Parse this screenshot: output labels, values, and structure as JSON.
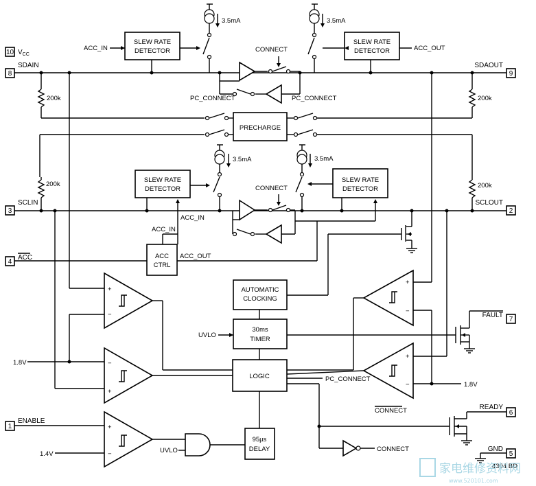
{
  "pins": {
    "p10": {
      "num": "10",
      "name": "V",
      "sub": "CC"
    },
    "p8": {
      "num": "8",
      "name": "SDAIN"
    },
    "p9": {
      "num": "9",
      "name": "SDAOUT"
    },
    "p3": {
      "num": "3",
      "name": "SCLIN"
    },
    "p2": {
      "num": "2",
      "name": "SCLOUT"
    },
    "p4": {
      "num": "4",
      "name": "ACC"
    },
    "p7": {
      "num": "7",
      "name": "FAULT"
    },
    "p6": {
      "num": "6",
      "name": "READY"
    },
    "p5": {
      "num": "5",
      "name": "GND"
    },
    "p1": {
      "num": "1",
      "name": "ENABLE"
    }
  },
  "blocks": {
    "slew_sda_in": [
      "SLEW RATE",
      "DETECTOR"
    ],
    "slew_sda_out": [
      "SLEW RATE",
      "DETECTOR"
    ],
    "slew_scl_in": [
      "SLEW RATE",
      "DETECTOR"
    ],
    "slew_scl_out": [
      "SLEW RATE",
      "DETECTOR"
    ],
    "precharge": "PRECHARGE",
    "acc_ctrl": [
      "ACC",
      "CTRL"
    ],
    "auto_clock": [
      "AUTOMATIC",
      "CLOCKING"
    ],
    "timer": [
      "30ms",
      "TIMER"
    ],
    "logic": "LOGIC",
    "delay": [
      "95µs",
      "DELAY"
    ]
  },
  "labels": {
    "current_1": "3.5mA",
    "current_2": "3.5mA",
    "current_3": "3.5mA",
    "current_4": "3.5mA",
    "acc_in_top": "ACC_IN",
    "acc_out_top": "ACC_OUT",
    "connect_top": "CONNECT",
    "connect_mid": "CONNECT",
    "pc_connect_left": "PC_CONNECT",
    "pc_connect_right": "PC_CONNECT",
    "res_sda_in": "200k",
    "res_sda_out": "200k",
    "res_scl_in": "200k",
    "res_scl_out": "200k",
    "acc_in_mid": "ACC_IN",
    "acc_in_low": "ACC_IN",
    "acc_out_mid": "ACC_OUT",
    "uvlo_timer": "UVLO",
    "uvlo_and": "UVLO",
    "ref_18_left": "1.8V",
    "ref_18_right": "1.8V",
    "ref_14": "1.4V",
    "pc_connect_logic": "PC_CONNECT",
    "connect_bar": "CONNECT",
    "connect_inv": "CONNECT",
    "fig_id": "4304 BD"
  },
  "watermark": {
    "cn": "家电维修资料网",
    "url": "www.520101.com"
  }
}
